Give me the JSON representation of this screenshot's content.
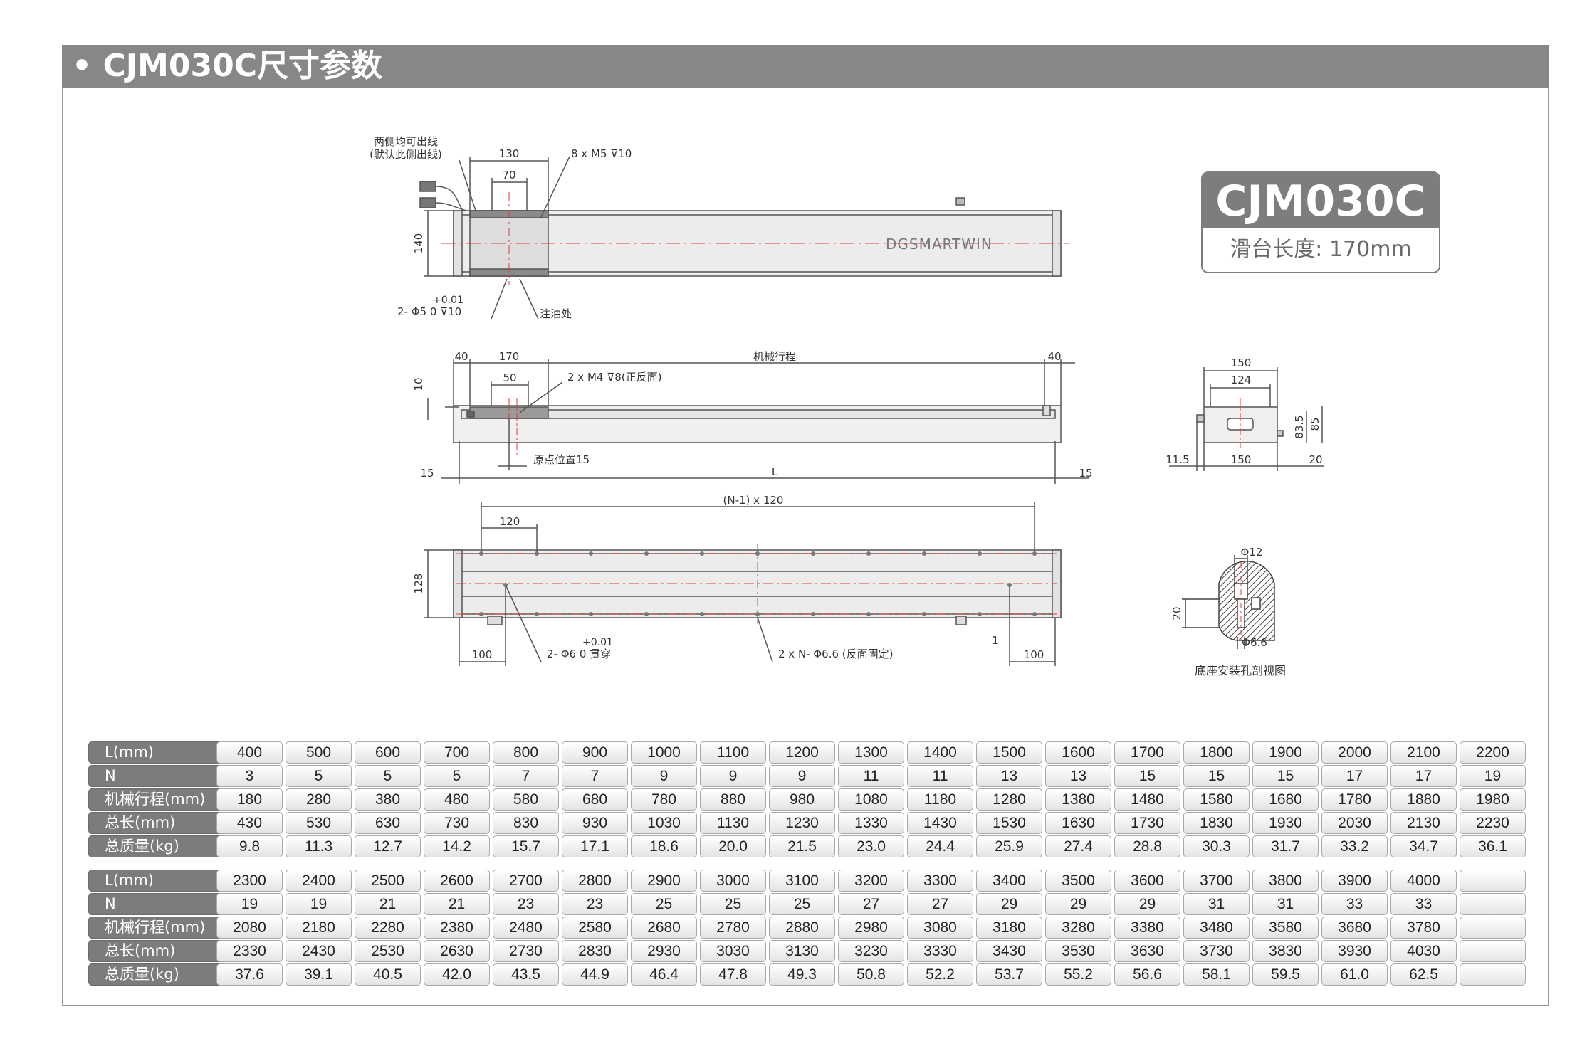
{
  "header": {
    "title": "• CJM030C尺寸参数"
  },
  "model": {
    "name": "CJM030C",
    "slide_length": "滑台长度: 170mm"
  },
  "drawing": {
    "top_view": {
      "cable_note_1": "两侧均可出线",
      "cable_note_2": "(默认此侧出线)",
      "dim_130": "130",
      "dim_70": "70",
      "holes_m5": "8 x M5  ⊽10",
      "dim_140": "140",
      "tol_plus": "+0.01",
      "pin_holes": "2- Φ5   0   ⊽10",
      "lube_point": "注油处",
      "brand": "DGSMARTWIN"
    },
    "side_view": {
      "dim_40_left": "40",
      "dim_170": "170",
      "stroke": "机械行程",
      "dim_40_right": "40",
      "dim_10": "10",
      "dim_50": "50",
      "holes_m4": "2 x M4  ⊽8(正反面)",
      "origin": "原点位置15",
      "dim_15_left": "15",
      "dim_L": "L",
      "dim_15_right": "15"
    },
    "bottom_view": {
      "pitch": "(N-1) x 120",
      "dim_120": "120",
      "dim_128": "128",
      "dim_100_left": "100",
      "tol_plus": "+0.01",
      "pin_through": "2- Φ6   0    贯穿",
      "mount_holes": "2 x N-  Φ6.6 (反面固定)",
      "dim_1": "1",
      "dim_100_right": "100"
    },
    "end_view": {
      "dim_150_top": "150",
      "dim_124": "124",
      "dim_83_5": "83.5",
      "dim_85": "85",
      "dim_11_5": "11.5",
      "dim_150_bottom": "150",
      "dim_20": "20"
    },
    "section_view": {
      "dim_d12": "Φ12",
      "dim_20": "20",
      "dim_d6_6": "Φ6.6",
      "caption": "底座安装孔剖视图"
    }
  },
  "tables": [
    {
      "rows": [
        {
          "label": "L(mm)",
          "values": [
            "400",
            "500",
            "600",
            "700",
            "800",
            "900",
            "1000",
            "1100",
            "1200",
            "1300",
            "1400",
            "1500",
            "1600",
            "1700",
            "1800",
            "1900",
            "2000",
            "2100",
            "2200"
          ]
        },
        {
          "label": "N",
          "values": [
            "3",
            "5",
            "5",
            "5",
            "7",
            "7",
            "9",
            "9",
            "9",
            "11",
            "11",
            "13",
            "13",
            "15",
            "15",
            "15",
            "17",
            "17",
            "19"
          ]
        },
        {
          "label": "机械行程(mm)",
          "values": [
            "180",
            "280",
            "380",
            "480",
            "580",
            "680",
            "780",
            "880",
            "980",
            "1080",
            "1180",
            "1280",
            "1380",
            "1480",
            "1580",
            "1680",
            "1780",
            "1880",
            "1980"
          ]
        },
        {
          "label": "总长(mm)",
          "values": [
            "430",
            "530",
            "630",
            "730",
            "830",
            "930",
            "1030",
            "1130",
            "1230",
            "1330",
            "1430",
            "1530",
            "1630",
            "1730",
            "1830",
            "1930",
            "2030",
            "2130",
            "2230"
          ]
        },
        {
          "label": "总质量(kg)",
          "values": [
            "9.8",
            "11.3",
            "12.7",
            "14.2",
            "15.7",
            "17.1",
            "18.6",
            "20.0",
            "21.5",
            "23.0",
            "24.4",
            "25.9",
            "27.4",
            "28.8",
            "30.3",
            "31.7",
            "33.2",
            "34.7",
            "36.1"
          ]
        }
      ]
    },
    {
      "rows": [
        {
          "label": "L(mm)",
          "values": [
            "2300",
            "2400",
            "2500",
            "2600",
            "2700",
            "2800",
            "2900",
            "3000",
            "3100",
            "3200",
            "3300",
            "3400",
            "3500",
            "3600",
            "3700",
            "3800",
            "3900",
            "4000",
            ""
          ]
        },
        {
          "label": "N",
          "values": [
            "19",
            "19",
            "21",
            "21",
            "23",
            "23",
            "25",
            "25",
            "25",
            "27",
            "27",
            "29",
            "29",
            "29",
            "31",
            "31",
            "33",
            "33",
            ""
          ]
        },
        {
          "label": "机械行程(mm)",
          "values": [
            "2080",
            "2180",
            "2280",
            "2380",
            "2480",
            "2580",
            "2680",
            "2780",
            "2880",
            "2980",
            "3080",
            "3180",
            "3280",
            "3380",
            "3480",
            "3580",
            "3680",
            "3780",
            ""
          ]
        },
        {
          "label": "总长(mm)",
          "values": [
            "2330",
            "2430",
            "2530",
            "2630",
            "2730",
            "2830",
            "2930",
            "3030",
            "3130",
            "3230",
            "3330",
            "3430",
            "3530",
            "3630",
            "3730",
            "3830",
            "3930",
            "4030",
            ""
          ]
        },
        {
          "label": "总质量(kg)",
          "values": [
            "37.6",
            "39.1",
            "40.5",
            "42.0",
            "43.5",
            "44.9",
            "46.4",
            "47.8",
            "49.3",
            "50.8",
            "52.2",
            "53.7",
            "55.2",
            "56.6",
            "58.1",
            "59.5",
            "61.0",
            "62.5",
            ""
          ]
        }
      ]
    }
  ]
}
